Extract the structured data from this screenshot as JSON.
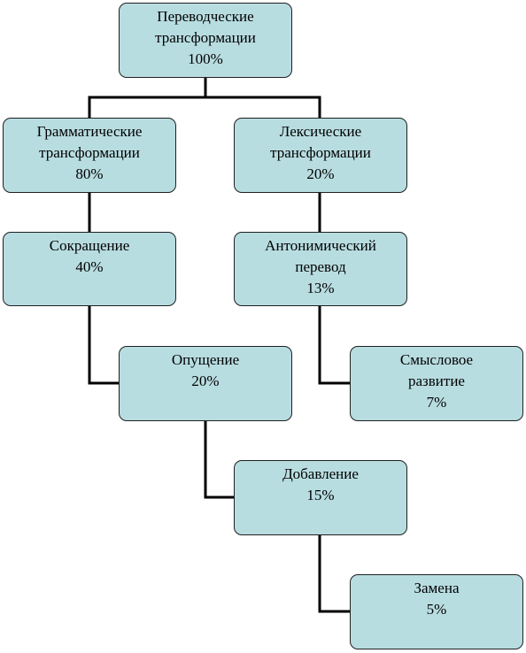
{
  "nodes": {
    "root": {
      "line1": "Переводческие",
      "line2": "трансформации",
      "line3": "100%"
    },
    "grammatical": {
      "line1": "Грамматические",
      "line2": "трансформации",
      "line3": "80%"
    },
    "lexical": {
      "line1": "Лексические",
      "line2": "трансформации",
      "line3": "20%"
    },
    "reduction": {
      "line1": "Сокращение",
      "line2": "40%"
    },
    "antonymic": {
      "line1": "Антонимический",
      "line2": "перевод",
      "line3": "13%"
    },
    "omission": {
      "line1": "Опущение",
      "line2": "20%"
    },
    "semantic": {
      "line1": "Смысловое",
      "line2": "развитие",
      "line3": "7%"
    },
    "addition": {
      "line1": "Добавление",
      "line2": "15%"
    },
    "substitution": {
      "line1": "Замена",
      "line2": "5%"
    }
  },
  "style": {
    "node_fill": "#b8dde1",
    "node_border": "#1f1f1f",
    "connector": "#000000"
  }
}
